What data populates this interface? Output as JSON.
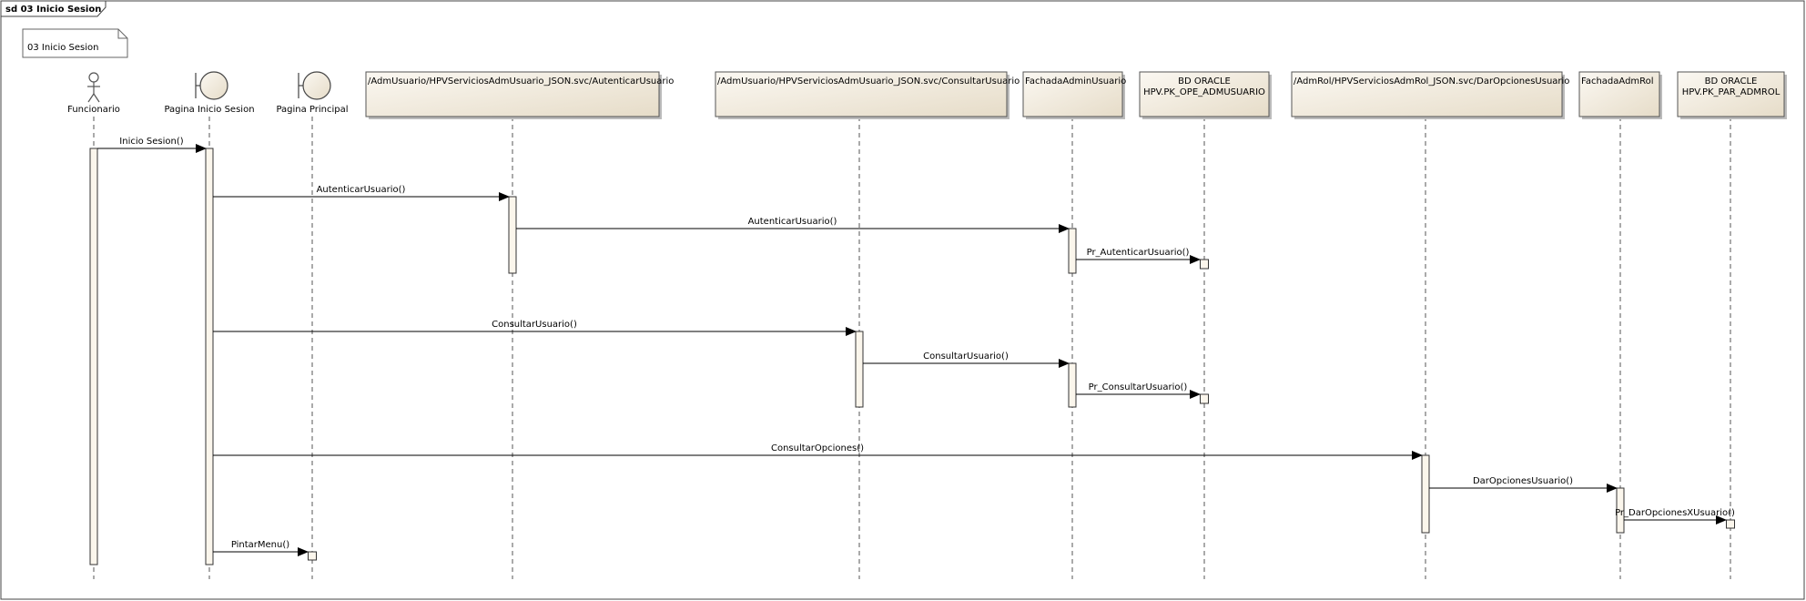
{
  "frame": {
    "title": "sd 03 Inicio Sesion"
  },
  "note": {
    "text": "03 Inicio Sesion"
  },
  "colors": {
    "box_fill_top": "#fbf8f2",
    "box_fill_bottom": "#e6dcc8",
    "box_stroke": "#555555",
    "activation_fill": "#fbf6ec",
    "line": "#000000",
    "lifeline": "#555555"
  },
  "lifelines": [
    {
      "id": "funcionario",
      "kind": "actor",
      "icon": "actor-icon",
      "label": "Funcionario"
    },
    {
      "id": "pagina-inicio",
      "kind": "boundary",
      "icon": "boundary-icon",
      "label": "Pagina Inicio Sesion"
    },
    {
      "id": "pagina-principal",
      "kind": "boundary",
      "icon": "boundary-icon",
      "label": "Pagina Principal"
    },
    {
      "id": "svc-autenticar",
      "kind": "box",
      "label": "/AdmUsuario/HPVServiciosAdmUsuario_JSON.svc/AutenticarUsuario"
    },
    {
      "id": "svc-consultar",
      "kind": "box",
      "label": "/AdmUsuario/HPVServiciosAdmUsuario_JSON.svc/ConsultarUsuario"
    },
    {
      "id": "fachada-admin",
      "kind": "box",
      "label": "FachadaAdminUsuario"
    },
    {
      "id": "bd-admusuario",
      "kind": "box",
      "label": [
        "BD ORACLE",
        "HPV.PK_OPE_ADMUSUARIO"
      ]
    },
    {
      "id": "svc-opciones",
      "kind": "box",
      "label": "/AdmRol/HPVServiciosAdmRol_JSON.svc/DarOpcionesUsuario"
    },
    {
      "id": "fachada-admrol",
      "kind": "box",
      "label": "FachadaAdmRol"
    },
    {
      "id": "bd-admrol",
      "kind": "box",
      "label": [
        "BD ORACLE",
        "HPV.PK_PAR_ADMROL"
      ]
    }
  ],
  "messages": [
    {
      "label": "Inicio Sesion()",
      "from": "funcionario",
      "to": "pagina-inicio"
    },
    {
      "label": "AutenticarUsuario()",
      "from": "pagina-inicio",
      "to": "svc-autenticar"
    },
    {
      "label": "AutenticarUsuario()",
      "from": "svc-autenticar",
      "to": "fachada-admin"
    },
    {
      "label": "Pr_AutenticarUsuario()",
      "from": "fachada-admin",
      "to": "bd-admusuario"
    },
    {
      "label": "ConsultarUsuario()",
      "from": "pagina-inicio",
      "to": "svc-consultar"
    },
    {
      "label": "ConsultarUsuario()",
      "from": "svc-consultar",
      "to": "fachada-admin"
    },
    {
      "label": "Pr_ConsultarUsuario()",
      "from": "fachada-admin",
      "to": "bd-admusuario"
    },
    {
      "label": "ConsultarOpciones()",
      "from": "pagina-inicio",
      "to": "svc-opciones"
    },
    {
      "label": "DarOpcionesUsuario()",
      "from": "svc-opciones",
      "to": "fachada-admrol"
    },
    {
      "label": "Pr_DarOpcionesXUsuario()",
      "from": "fachada-admrol",
      "to": "bd-admrol"
    },
    {
      "label": "PintarMenu()",
      "from": "pagina-inicio",
      "to": "pagina-principal"
    }
  ]
}
